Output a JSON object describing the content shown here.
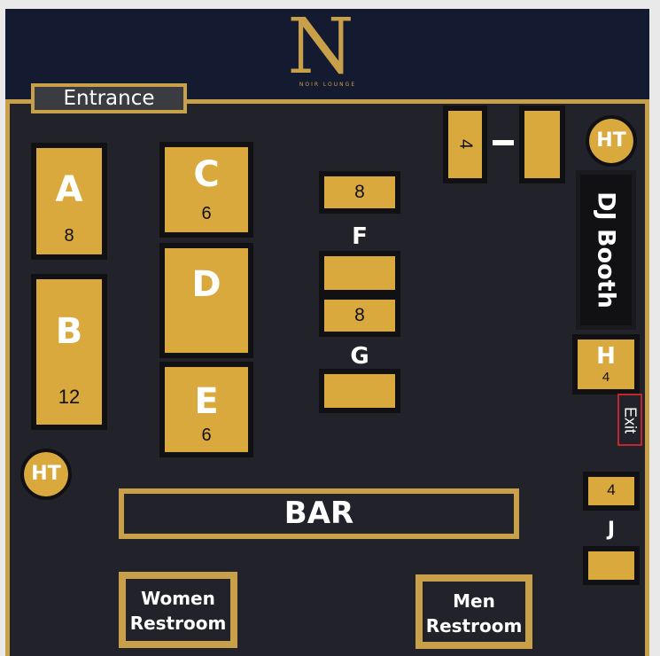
{
  "logo": {
    "letter": "N",
    "tagline": "NOIR LOUNGE"
  },
  "entrance": "Entrance",
  "tables": {
    "A": {
      "label": "A",
      "capacity": "8"
    },
    "B": {
      "label": "B",
      "capacity": "12"
    },
    "C": {
      "label": "C",
      "capacity": "6"
    },
    "D": {
      "label": "D",
      "capacity": ""
    },
    "E": {
      "label": "E",
      "capacity": "6"
    },
    "F": {
      "label": "F",
      "top_capacity": "8"
    },
    "G": {
      "label": "G",
      "top_capacity": "8"
    },
    "H": {
      "label": "H",
      "capacity": "4"
    },
    "I": {
      "label": "I",
      "capacity": "4"
    },
    "J": {
      "label": "J",
      "capacity": "4"
    }
  },
  "ht": "HT",
  "dj_booth": "DJ Booth",
  "exit": "Exit",
  "bar": "BAR",
  "restrooms": {
    "women": [
      "Women",
      "Restroom"
    ],
    "men": [
      "Men",
      "Restroom"
    ]
  },
  "colors": {
    "gold": "#d9a93e",
    "background": "#22222a",
    "header": "#141a30",
    "exit_border": "#c0262c"
  }
}
